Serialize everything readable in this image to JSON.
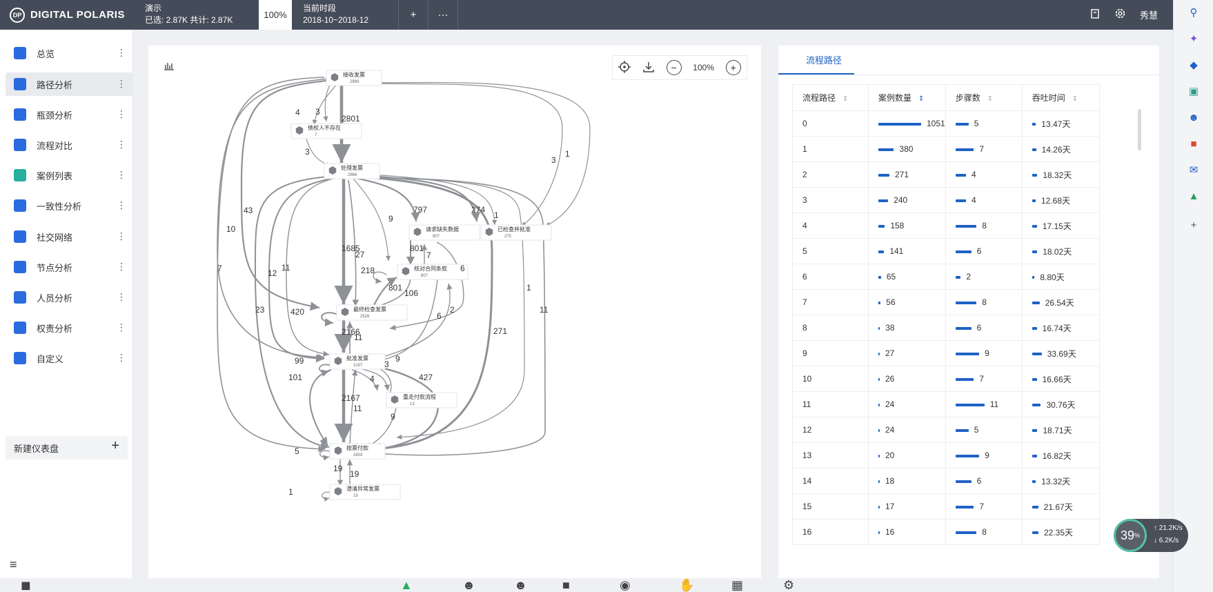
{
  "topbar": {
    "app_name": "DIGITAL POLARIS",
    "logo_mark": "DP",
    "dataset_name": "演示",
    "dataset_stats": "已选: 2.87K 共计: 2.87K",
    "zoom_pct": "100%",
    "period_label": "当前时段",
    "period_value": "2018-10~2018-12",
    "add_label": "+",
    "more_label": "···",
    "user_name": "秀慧"
  },
  "sidebar": {
    "items": [
      {
        "label": "总览",
        "icon": "dashboard-icon",
        "color": "#2b6be0"
      },
      {
        "label": "路径分析",
        "icon": "path-icon",
        "color": "#2b6be0"
      },
      {
        "label": "瓶颈分析",
        "icon": "bar-chart-icon",
        "color": "#2b6be0"
      },
      {
        "label": "流程对比",
        "icon": "pie-icon",
        "color": "#2b6be0"
      },
      {
        "label": "案例列表",
        "icon": "folder-icon",
        "color": "#27b09d"
      },
      {
        "label": "一致性分析",
        "icon": "conformance-icon",
        "color": "#2b6be0"
      },
      {
        "label": "社交网络",
        "icon": "people-icon",
        "color": "#2b6be0"
      },
      {
        "label": "节点分析",
        "icon": "node-icon",
        "color": "#2b6be0"
      },
      {
        "label": "人员分析",
        "icon": "user-icon",
        "color": "#2b6be0"
      },
      {
        "label": "权责分析",
        "icon": "shield-icon",
        "color": "#2b6be0"
      },
      {
        "label": "自定义",
        "icon": "layers-icon",
        "color": "#2b6be0"
      }
    ],
    "active_index": 1,
    "new_dashboard": "新建仪表盘"
  },
  "graph": {
    "zoom": "100%",
    "nodes": [
      {
        "id": "n1",
        "label": "接收发票",
        "count": "2869"
      },
      {
        "id": "n2",
        "label": "债权人不存在",
        "count": "7"
      },
      {
        "id": "n3",
        "label": "处理发票",
        "count": "2866"
      },
      {
        "id": "n4",
        "label": "请求缺失数据",
        "count": "807"
      },
      {
        "id": "n5",
        "label": "已检查并批准",
        "count": "275"
      },
      {
        "id": "n6",
        "label": "核对合同条款",
        "count": "807"
      },
      {
        "id": "n7",
        "label": "最终检查发票",
        "count": "2528"
      },
      {
        "id": "n8",
        "label": "批准发票",
        "count": "2197"
      },
      {
        "id": "n9",
        "label": "重走付款流程",
        "count": "13"
      },
      {
        "id": "n10",
        "label": "按票付款",
        "count": "2803"
      },
      {
        "id": "n11",
        "label": "澄清异常发票",
        "count": "19"
      }
    ],
    "edge_labels": [
      "4",
      "3",
      "2801",
      "3",
      "1",
      "3",
      "43",
      "10",
      "7",
      "797",
      "274",
      "1",
      "9",
      "1685",
      "27",
      "801",
      "7",
      "218",
      "6",
      "12",
      "11",
      "801",
      "106",
      "420",
      "23",
      "1",
      "11",
      "2",
      "6",
      "2166",
      "11",
      "271",
      "99",
      "9",
      "3",
      "101",
      "4",
      "427",
      "2167",
      "11",
      "9",
      "5",
      "19",
      "19",
      "1"
    ]
  },
  "table": {
    "tab": "流程路径",
    "headers": [
      "流程路径",
      "案例数量",
      "步骤数",
      "吞吐时间"
    ],
    "rows": [
      {
        "path": "0",
        "cases": 1051,
        "steps": 5,
        "time": "13.47天",
        "tn": 13.47
      },
      {
        "path": "1",
        "cases": 380,
        "steps": 7,
        "time": "14.26天",
        "tn": 14.26
      },
      {
        "path": "2",
        "cases": 271,
        "steps": 4,
        "time": "18.32天",
        "tn": 18.32
      },
      {
        "path": "3",
        "cases": 240,
        "steps": 4,
        "time": "12.68天",
        "tn": 12.68
      },
      {
        "path": "4",
        "cases": 158,
        "steps": 8,
        "time": "17.15天",
        "tn": 17.15
      },
      {
        "path": "5",
        "cases": 141,
        "steps": 6,
        "time": "18.02天",
        "tn": 18.02
      },
      {
        "path": "6",
        "cases": 65,
        "steps": 2,
        "time": "8.80天",
        "tn": 8.8
      },
      {
        "path": "7",
        "cases": 56,
        "steps": 8,
        "time": "26.54天",
        "tn": 26.54
      },
      {
        "path": "8",
        "cases": 38,
        "steps": 6,
        "time": "16.74天",
        "tn": 16.74
      },
      {
        "path": "9",
        "cases": 27,
        "steps": 9,
        "time": "33.69天",
        "tn": 33.69
      },
      {
        "path": "10",
        "cases": 26,
        "steps": 7,
        "time": "16.66天",
        "tn": 16.66
      },
      {
        "path": "11",
        "cases": 24,
        "steps": 11,
        "time": "30.76天",
        "tn": 30.76
      },
      {
        "path": "12",
        "cases": 24,
        "steps": 5,
        "time": "18.71天",
        "tn": 18.71
      },
      {
        "path": "13",
        "cases": 20,
        "steps": 9,
        "time": "16.82天",
        "tn": 16.82
      },
      {
        "path": "14",
        "cases": 18,
        "steps": 6,
        "time": "13.32天",
        "tn": 13.32
      },
      {
        "path": "15",
        "cases": 17,
        "steps": 7,
        "time": "21.67天",
        "tn": 21.67
      },
      {
        "path": "16",
        "cases": 16,
        "steps": 8,
        "time": "22.35天",
        "tn": 22.35
      }
    ]
  },
  "network": {
    "cpu": "39",
    "cpu_unit": "%",
    "up": "21.2",
    "down": "6.2",
    "unit": "K/s"
  },
  "accent_color": "#1f62c6"
}
